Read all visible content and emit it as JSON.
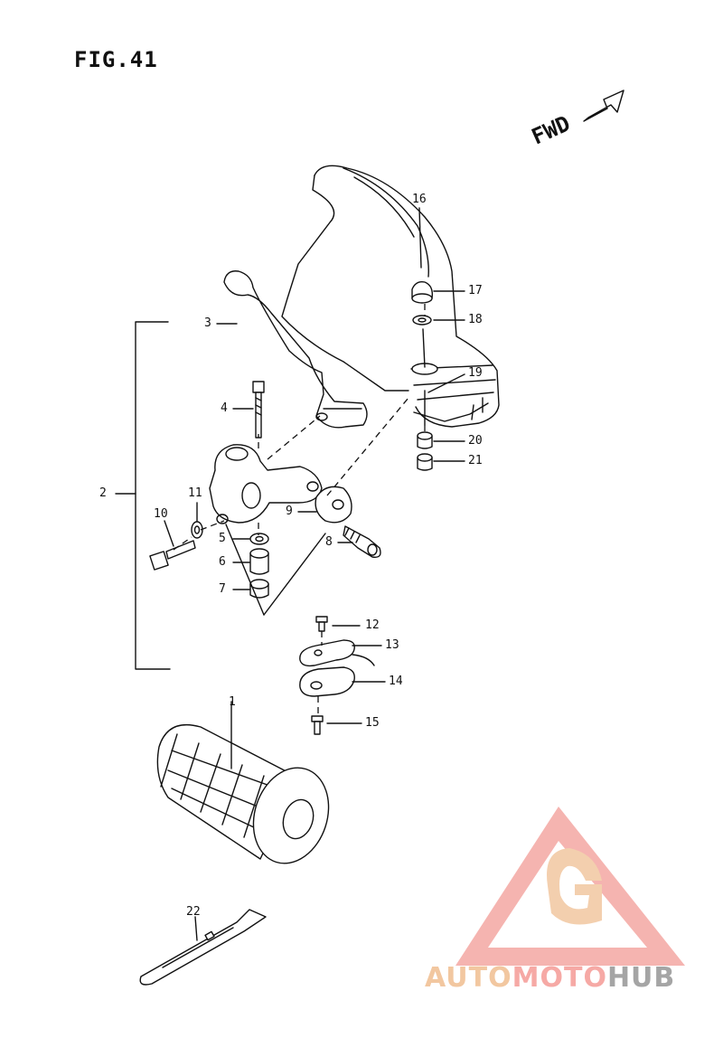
{
  "figure": {
    "title": "FIG.41",
    "direction_label": "FWD",
    "direction_icon": "forward-arrow-icon"
  },
  "callouts": {
    "c1": "1",
    "c2": "2",
    "c3": "3",
    "c4": "4",
    "c5": "5",
    "c6": "6",
    "c7": "7",
    "c8": "8",
    "c9": "9",
    "c10": "10",
    "c11": "11",
    "c12": "12",
    "c13": "13",
    "c14": "14",
    "c15": "15",
    "c16": "16",
    "c17": "17",
    "c18": "18",
    "c19": "19",
    "c20": "20",
    "c21": "21",
    "c22": "22"
  },
  "watermark": {
    "part1": "AUTO",
    "part2": "MOTO",
    "part3": "HUB",
    "logo_colors": [
      "#f4a8a3",
      "#f2c7a0",
      "#a5a5a5"
    ]
  }
}
